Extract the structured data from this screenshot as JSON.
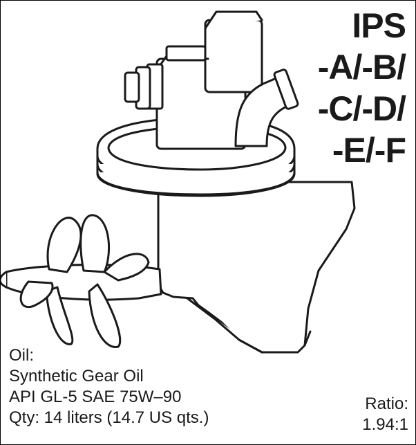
{
  "model_title": {
    "lines": [
      "IPS",
      "-A/-B/",
      "-C/-D/",
      "-E/-F"
    ]
  },
  "oil_info": {
    "heading": "Oil:",
    "type": "Synthetic Gear Oil",
    "spec": "API GL-5 SAE 75W–90",
    "quantity": "Qty: 14 liters (14.7 US qts.)"
  },
  "ratio": {
    "label": "Ratio:",
    "value": "1.94:1"
  },
  "colors": {
    "line": "#1a1a1a",
    "background": "#ffffff"
  },
  "illustration": {
    "subject": "ips-drive-unit-with-propellers"
  }
}
